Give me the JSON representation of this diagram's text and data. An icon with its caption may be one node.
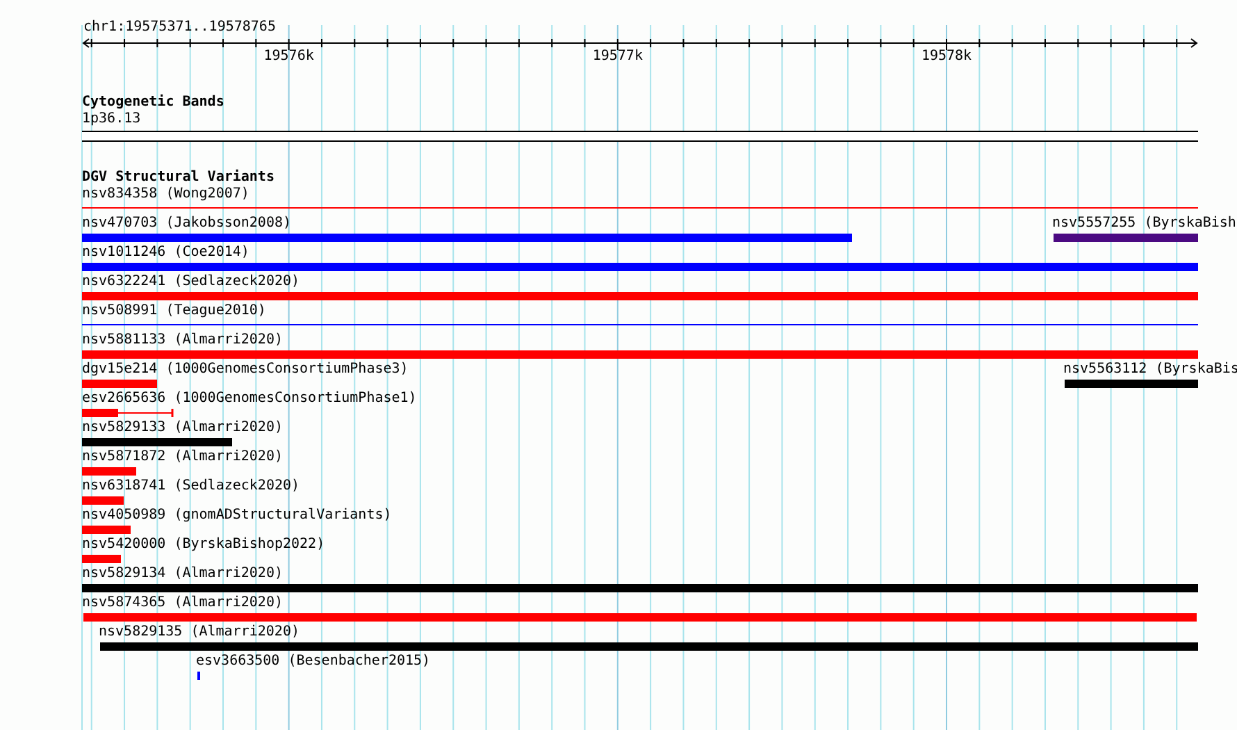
{
  "diagram": {
    "nodes": [
      {
        "text": [
          "1p36.13"
        ]
      },
      {
        "text": [
          "nsv834358 (Wong2007)"
        ]
      },
      {
        "text": [
          "nsv470703 (Jakobsson2008)"
        ]
      },
      {
        "text": [
          "nsv5557255 (ByrskaBish"
        ]
      },
      {
        "text": [
          "nsv1011246 (Coe2014)"
        ]
      },
      {
        "text": [
          "nsv6322241 (Sedlazeck2020)"
        ]
      },
      {
        "text": [
          "nsv508991 (Teague2010)"
        ]
      },
      {
        "text": [
          "nsv5881133 (Almarri2020)"
        ]
      },
      {
        "text": [
          "dgv15e214 (1000GenomesConsortiumPhase3)"
        ]
      },
      {
        "text": [
          "nsv5563112 (ByrskaBis"
        ]
      },
      {
        "text": [
          "esv2665636 (1000GenomesConsortiumPhase1)"
        ]
      },
      {
        "text": [
          "nsv5829133 (Almarri2020)"
        ]
      },
      {
        "text": [
          "nsv5871872 (Almarri2020)"
        ]
      },
      {
        "text": [
          "nsv6318741 (Sedlazeck2020)"
        ]
      },
      {
        "text": [
          "nsv4050989 (gnomADStructuralVariants)"
        ]
      },
      {
        "text": [
          "nsv5420000 (ByrskaBishop2022)"
        ]
      },
      {
        "text": [
          "nsv5829134 (Almarri2020)"
        ]
      },
      {
        "text": [
          "nsv5874365 (Almarri2020)"
        ]
      },
      {
        "text": [
          "nsv5829135 (Almarri2020)"
        ]
      },
      {
        "text": [
          "esv3663500 (Besenbacher2015)"
        ]
      }
    ],
    "labels": [
      "chr1:19575371..19578765",
      "19576k",
      "19577k",
      "19578k",
      "Cytogenetic Bands",
      "DGV Structural Variants"
    ]
  }
}
